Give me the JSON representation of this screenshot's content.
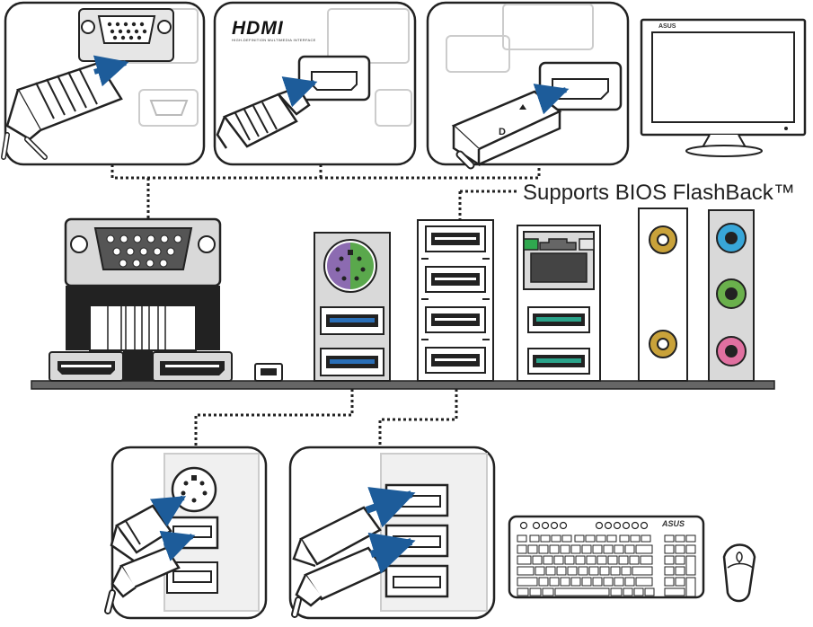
{
  "caption": "Supports BIOS FlashBack™",
  "hdmi_logo": {
    "wordmark": "HDMI",
    "tagline": "HIGH-DEFINITION MULTIMEDIA INTERFACE"
  },
  "displayport_mark": "D",
  "brand": "ASUS",
  "colors": {
    "outline": "#222222",
    "panel_gray": "#d9d9d9",
    "arrow_blue": "#1d5c9a",
    "usb3_blue": "#2a6fb8",
    "usb_teal": "#2aa38a",
    "ps2_purple": "#8c6bb1",
    "ps2_green": "#5aa84c",
    "audio_blue": "#38a6d8",
    "audio_green": "#6ab04c",
    "audio_pink": "#e070a0",
    "antenna_gold": "#c9a23a",
    "led_green": "#2fa84f"
  },
  "icons": [
    "vga-icon",
    "hdmi-icon",
    "displayport-icon",
    "monitor-icon",
    "keyboard-icon",
    "mouse-icon",
    "usb-icon",
    "ps2-icon",
    "lan-icon",
    "antenna-icon",
    "audio-jack-icon",
    "arrow-icon"
  ]
}
